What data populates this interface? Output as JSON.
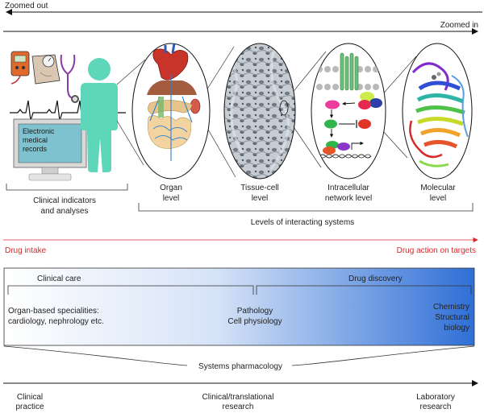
{
  "top": {
    "zoomed_out": "Zoomed out",
    "zoomed_in": "Zoomed in"
  },
  "monitor": {
    "line1": "Electronic",
    "line2": "medical",
    "line3": "records"
  },
  "levels": {
    "clinical_1": "Clinical indicators",
    "clinical_2": "and analyses",
    "organ_1": "Organ",
    "organ_2": "level",
    "tissue_1": "Tissue-cell",
    "tissue_2": "level",
    "network_1": "Intracellular",
    "network_2": "network level",
    "molecular_1": "Molecular",
    "molecular_2": "level",
    "interacting": "Levels of interacting systems"
  },
  "drug": {
    "intake": "Drug intake",
    "action": "Drug action on targets"
  },
  "band": {
    "clinical_care": "Clinical care",
    "drug_discovery": "Drug discovery",
    "organ_1": "Organ-based specialities:",
    "organ_2": "cardiology, nephrology etc.",
    "path_1": "Pathology",
    "path_2": "Cell physiology",
    "chem_1": "Chemistry",
    "chem_2": "Structural",
    "chem_3": "biology"
  },
  "bottom": {
    "systems": "Systems pharmacology",
    "clinical_1": "Clinical",
    "clinical_2": "practice",
    "trans_1": "Clinical/translational",
    "trans_2": "research",
    "lab_1": "Laboratory",
    "lab_2": "research"
  },
  "colors": {
    "accent_red": "#d9262c",
    "band_start": "#ffffff",
    "band_end": "#2f6fd6",
    "figure_teal": "#5dd6b9"
  }
}
